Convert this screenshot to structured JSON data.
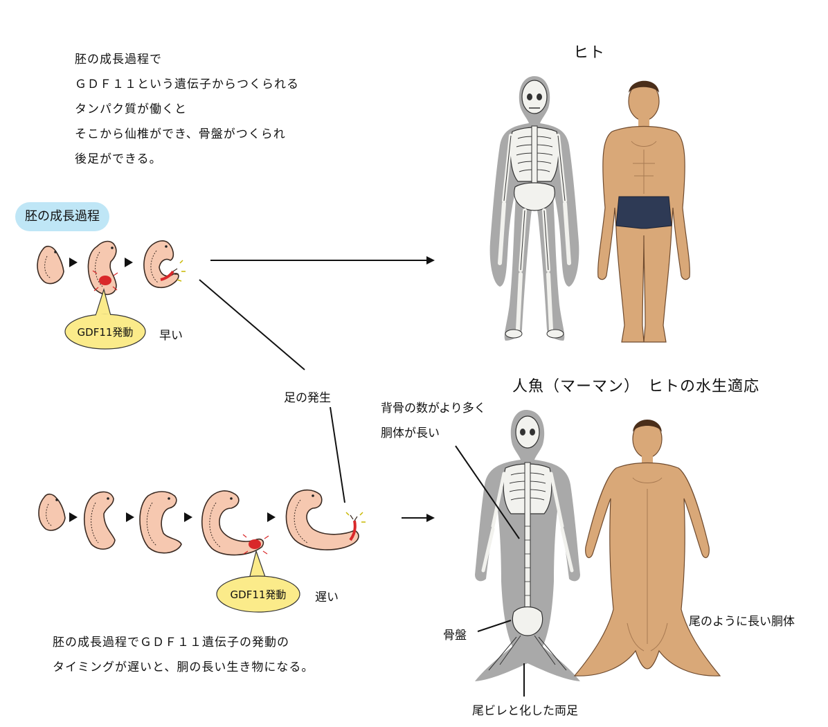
{
  "intro": {
    "lines": [
      "胚の成長過程で",
      "ＧＤＦ１１という遺伝子からつくられる",
      "タンパク質が働くと",
      "そこから仙椎ができ、骨盤がつくられ",
      "後足ができる。"
    ]
  },
  "stage_label": "胚の成長過程",
  "early": {
    "gdf_label": "GDF11発動",
    "speed": "早い"
  },
  "late": {
    "gdf_label": "GDF11発動",
    "speed": "遅い"
  },
  "leg_development": "足の発生",
  "human": {
    "title": "ヒト"
  },
  "merman": {
    "title": "人魚（マーマン）　ヒトの水生適応",
    "spine_note": [
      "背骨の数がより多く",
      "胴体が長い"
    ],
    "pelvis": "骨盤",
    "tail_fin": "尾ビレと化した両足",
    "torso_note": "尾のように長い胴体"
  },
  "conclusion": {
    "lines": [
      "胚の成長過程でＧＤＦ１１遺伝子の発動の",
      "タイミングが遅いと、胴の長い生き物になる。"
    ]
  },
  "colors": {
    "embryo_fill": "#f6c8b0",
    "embryo_outline": "#3a2a22",
    "gdf_red": "#d9282a",
    "pill_blue": "#bfe6f6",
    "callout_yellow": "#fbeb8a",
    "silhouette_gray": "#a9a9a9",
    "skin": "#d9a878",
    "shorts": "#2e3a55"
  }
}
